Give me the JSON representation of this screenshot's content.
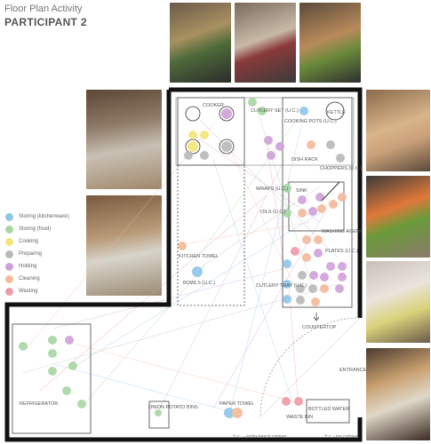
{
  "header": {
    "title": "Floor Plan Activity",
    "subtitle": "PARTICIPANT 2"
  },
  "legend": [
    {
      "label": "Storing (kitchenware)",
      "color": "#8ec7ea"
    },
    {
      "label": "Storing (food)",
      "color": "#a8d7a4"
    },
    {
      "label": "Cooking",
      "color": "#f3e67a"
    },
    {
      "label": "Preparing",
      "color": "#b9b9b9"
    },
    {
      "label": "Holding",
      "color": "#cfa1d8"
    },
    {
      "label": "Cleaning",
      "color": "#f5b99b"
    },
    {
      "label": "Wasting",
      "color": "#ef9aa4"
    }
  ],
  "labels": {
    "cooker": "COOKER",
    "cutlery_set": "CUTLERY SET (U.C.)",
    "cooking_pots": "COOKING POTS (U.C.)",
    "kettle": "KETTLE",
    "dish_rack": "DISH RACK",
    "choppers": "CHOPPERS (U.C.)",
    "wraps": "WRAPS (U.C.)",
    "sink": "SINK",
    "oils": "OILS (U.C.)",
    "washing_agent": "WASHING AGENT",
    "plates": "PLATES (U.C.)",
    "kitchen_towel": "KITCHEN TOWEL",
    "bowls": "BOWLS (U.C.)",
    "cutlery_tray": "CUTLERY TRAY (U.C.)",
    "countertop": "COUNTERTOP",
    "entrance": "ENTRANCE",
    "refrigerator": "REFRIGERATOR",
    "onion_potato_bins": "ONION POTATO BINS",
    "paper_towel": "PAPER TOWEL",
    "waste_bin": "WASTE BIN",
    "bottled_water": "BOTTLED WATER"
  },
  "footnotes": {
    "under_bench": "*u.c. - under-bench cabinet",
    "top_cabinet": "*t.c. - top cabinet"
  }
}
